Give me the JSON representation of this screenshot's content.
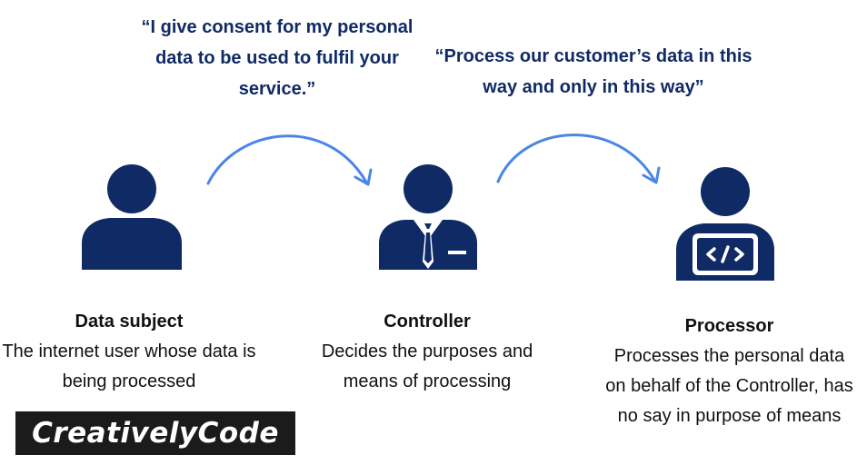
{
  "quotes": {
    "consent": "“I give consent for my personal data to be used to fulfil your service.”",
    "process": "“Process our customer’s data in this way and only in this way”"
  },
  "actors": [
    {
      "name": "Data subject",
      "description": "The internet user whose data is being processed",
      "icon": "person-icon"
    },
    {
      "name": "Controller",
      "description": "Decides the purposes and means of processing",
      "icon": "businessman-icon"
    },
    {
      "name": "Processor",
      "description": "Processes the personal data on behalf of the Controller, has no say in purpose of means",
      "icon": "developer-laptop-icon"
    }
  ],
  "logo": {
    "text": "CreativelyCode"
  },
  "colors": {
    "icon": "#102a66",
    "quote": "#102a66",
    "arrow": "#4a86e8",
    "text": "#111111",
    "logo_bg": "#1b1b1b"
  }
}
